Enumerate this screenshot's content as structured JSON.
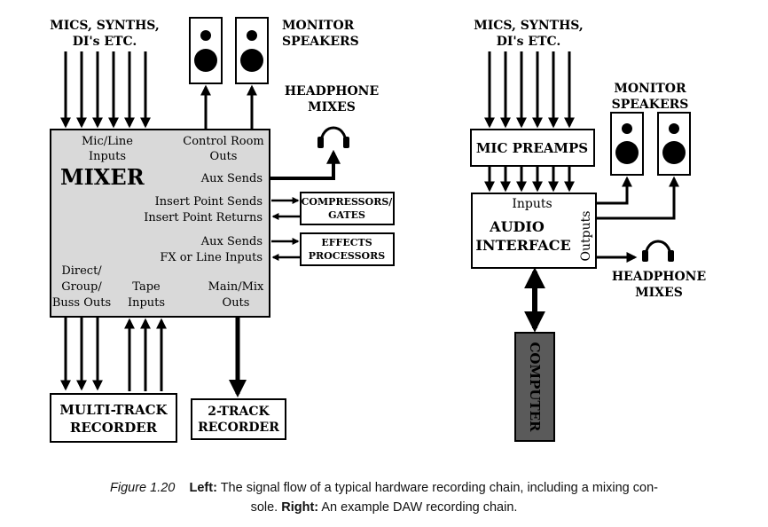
{
  "left": {
    "sources_line1": "MICS, SYNTHS,",
    "sources_line2": "DI's ETC.",
    "monitors_line1": "MONITOR",
    "monitors_line2": "SPEAKERS",
    "headphones_line1": "HEADPHONE",
    "headphones_line2": "MIXES",
    "mixer_title": "MIXER",
    "mic_line_1": "Mic/Line",
    "mic_line_2": "Inputs",
    "control_room_1": "Control Room",
    "control_room_2": "Outs",
    "aux_sends_1": "Aux Sends",
    "insert_sends": "Insert Point Sends",
    "insert_returns": "Insert Point Returns",
    "aux_sends_2": "Aux Sends",
    "fx_inputs": "FX or Line Inputs",
    "direct_1": "Direct/",
    "direct_2": "Group/",
    "direct_3": "Buss Outs",
    "tape_1": "Tape",
    "tape_2": "Inputs",
    "main_1": "Main/Mix",
    "main_2": "Outs",
    "compressors_1": "COMPRESSORS/",
    "compressors_2": "GATES",
    "effects_1": "EFFECTS",
    "effects_2": "PROCESSORS",
    "multitrack_1": "MULTI-TRACK",
    "multitrack_2": "RECORDER",
    "twotrack_1": "2-TRACK",
    "twotrack_2": "RECORDER"
  },
  "right": {
    "sources_line1": "MICS, SYNTHS,",
    "sources_line2": "DI's ETC.",
    "preamps": "MIC PREAMPS",
    "monitors_line1": "MONITOR",
    "monitors_line2": "SPEAKERS",
    "inputs": "Inputs",
    "interface_1": "AUDIO",
    "interface_2": "INTERFACE",
    "outputs": "Outputs",
    "headphones_line1": "HEADPHONE",
    "headphones_line2": "MIXES",
    "computer": "COMPUTER"
  },
  "caption": {
    "figure": "Figure 1.20",
    "left_label": "Left:",
    "left_text": "The signal flow of a typical hardware recording chain, including a mixing con-",
    "left_text_2": "sole.",
    "right_label": "Right:",
    "right_text": "An example DAW recording chain."
  },
  "colors": {
    "mixer_fill": "#d9d9d9",
    "computer_fill": "#5a5a5a"
  }
}
